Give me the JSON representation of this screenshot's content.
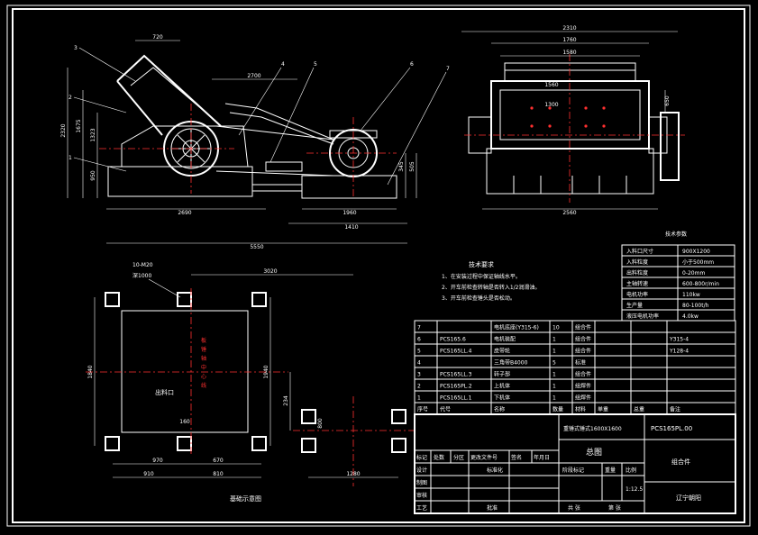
{
  "side_view": {
    "dims": {
      "top_width": "720",
      "base_left": "2690",
      "base_right": "1960",
      "overall_base": "1410",
      "overall_length": "5550",
      "motor_dim": "2700",
      "height_total": "2320",
      "height_1": "1675",
      "height_2": "1323",
      "height_3": "950",
      "right_h": "345",
      "right_h2": "505"
    },
    "part_labels": [
      "1",
      "2",
      "3",
      "4",
      "5",
      "6",
      "7"
    ]
  },
  "front_view": {
    "dims": {
      "top_overall": "2310",
      "top_inner": "1760",
      "inner_1": "1580",
      "inner_2": "1560",
      "inner_3": "1300",
      "bottom": "2560",
      "right": "650"
    }
  },
  "foundation": {
    "bolt_note_1": "10-M20",
    "bolt_note_2": "深1000",
    "top_dim": "3020",
    "left_dim": "1840",
    "right_dim": "1940",
    "inner_vertical": "234",
    "inner_vertical_2": "800",
    "small_dim": "160",
    "bottom_left": "970",
    "bottom_mid": "670",
    "bottom_total_left": "910",
    "bottom_total_mid": "810",
    "bottom_right": "1280",
    "outlet_label": "出料口",
    "center_label": [
      "板",
      "锤",
      "轴",
      "中",
      "心",
      "线"
    ],
    "caption": "基础示意图"
  },
  "notes": {
    "title": "技术要求",
    "lines": [
      "1、在安装过程中保证轴线水平。",
      "2、开车前检查转轴是否转入1/2润滑油。",
      "3、开车前检查锤头是否松动。"
    ]
  },
  "specs": {
    "title": "技术参数",
    "rows": [
      [
        "入料口尺寸",
        "900X1200"
      ],
      [
        "入料粒度",
        "小于500mm"
      ],
      [
        "出料粒度",
        "0-20mm"
      ],
      [
        "主轴转速",
        "600-800r/min"
      ],
      [
        "电机功率",
        "110kw"
      ],
      [
        "生产量",
        "80-100t/h"
      ],
      [
        "液压电机功率",
        "4.0kw"
      ]
    ]
  },
  "parts_list": {
    "rows": [
      [
        "7",
        "",
        "电机底座(Y315-6)",
        "10",
        "组合件",
        "",
        "",
        ""
      ],
      [
        "6",
        "PCS165.6",
        "电机装配",
        "1",
        "组合件",
        "",
        "",
        "Y315-4"
      ],
      [
        "5",
        "PCS165LL.4",
        "皮带轮",
        "1",
        "组合件",
        "",
        "",
        "Y128-4"
      ],
      [
        "4",
        "",
        "三角带B4000",
        "5",
        "标准",
        "",
        "",
        ""
      ],
      [
        "3",
        "PCS165LL.3",
        "转子部",
        "1",
        "组合件",
        "",
        "",
        ""
      ],
      [
        "2",
        "PCS165PL.2",
        "上机体",
        "1",
        "组焊件",
        "",
        "",
        ""
      ],
      [
        "1",
        "PCS165LL.1",
        "下机体",
        "1",
        "组焊件",
        "",
        "",
        ""
      ]
    ],
    "header": [
      "序号",
      "代号",
      "名称",
      "数量",
      "材料",
      "单重",
      "总重",
      "备注"
    ]
  },
  "title_block": {
    "drawing_no": "PCS165PL.00",
    "name": "总图",
    "model": "重锤式锤式1600X1600",
    "material": "组合件",
    "company": "辽宁朝阳",
    "scale": "1:12.5",
    "labels": {
      "mark": "标记",
      "count": "处数",
      "zone": "分区",
      "change_doc": "更改文件号",
      "sign": "签名",
      "date": "年月日",
      "design": "设计",
      "std": "标准化",
      "draw": "制图",
      "review": "审核",
      "process": "工艺",
      "approve": "批准",
      "stage": "阶段标记",
      "weight": "重量",
      "ratio": "比例",
      "total": "共 张",
      "sheet": "第 张"
    }
  }
}
